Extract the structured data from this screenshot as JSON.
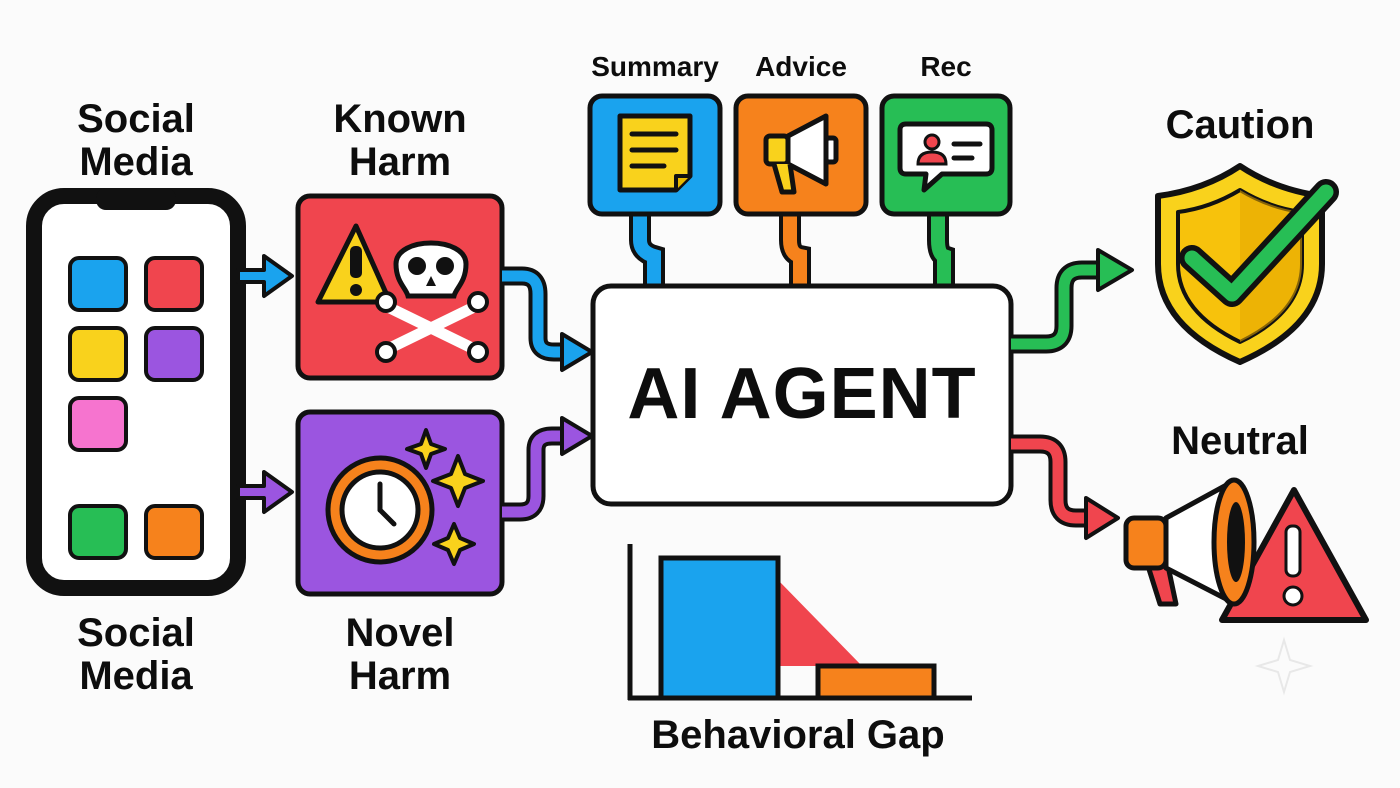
{
  "sources": {
    "top_label": "Social\nMedia",
    "bottom_label": "Social\nMedia"
  },
  "harms": {
    "known": "Known\nHarm",
    "novel": "Novel\nHarm"
  },
  "tasks": [
    {
      "label": "Summary"
    },
    {
      "label": "Advice"
    },
    {
      "label": "Rec"
    }
  ],
  "agent": {
    "label": "AI AGENT"
  },
  "outcomes": {
    "caution": "Caution",
    "neutral": "Neutral"
  },
  "gap": {
    "label": "Behavioral Gap"
  },
  "colors": {
    "blue": "#1aa3ee",
    "red": "#f0454e",
    "yellow": "#f9d21c",
    "purple": "#9b55e0",
    "pink": "#f674cf",
    "green": "#27be55",
    "orange": "#f6821c"
  }
}
